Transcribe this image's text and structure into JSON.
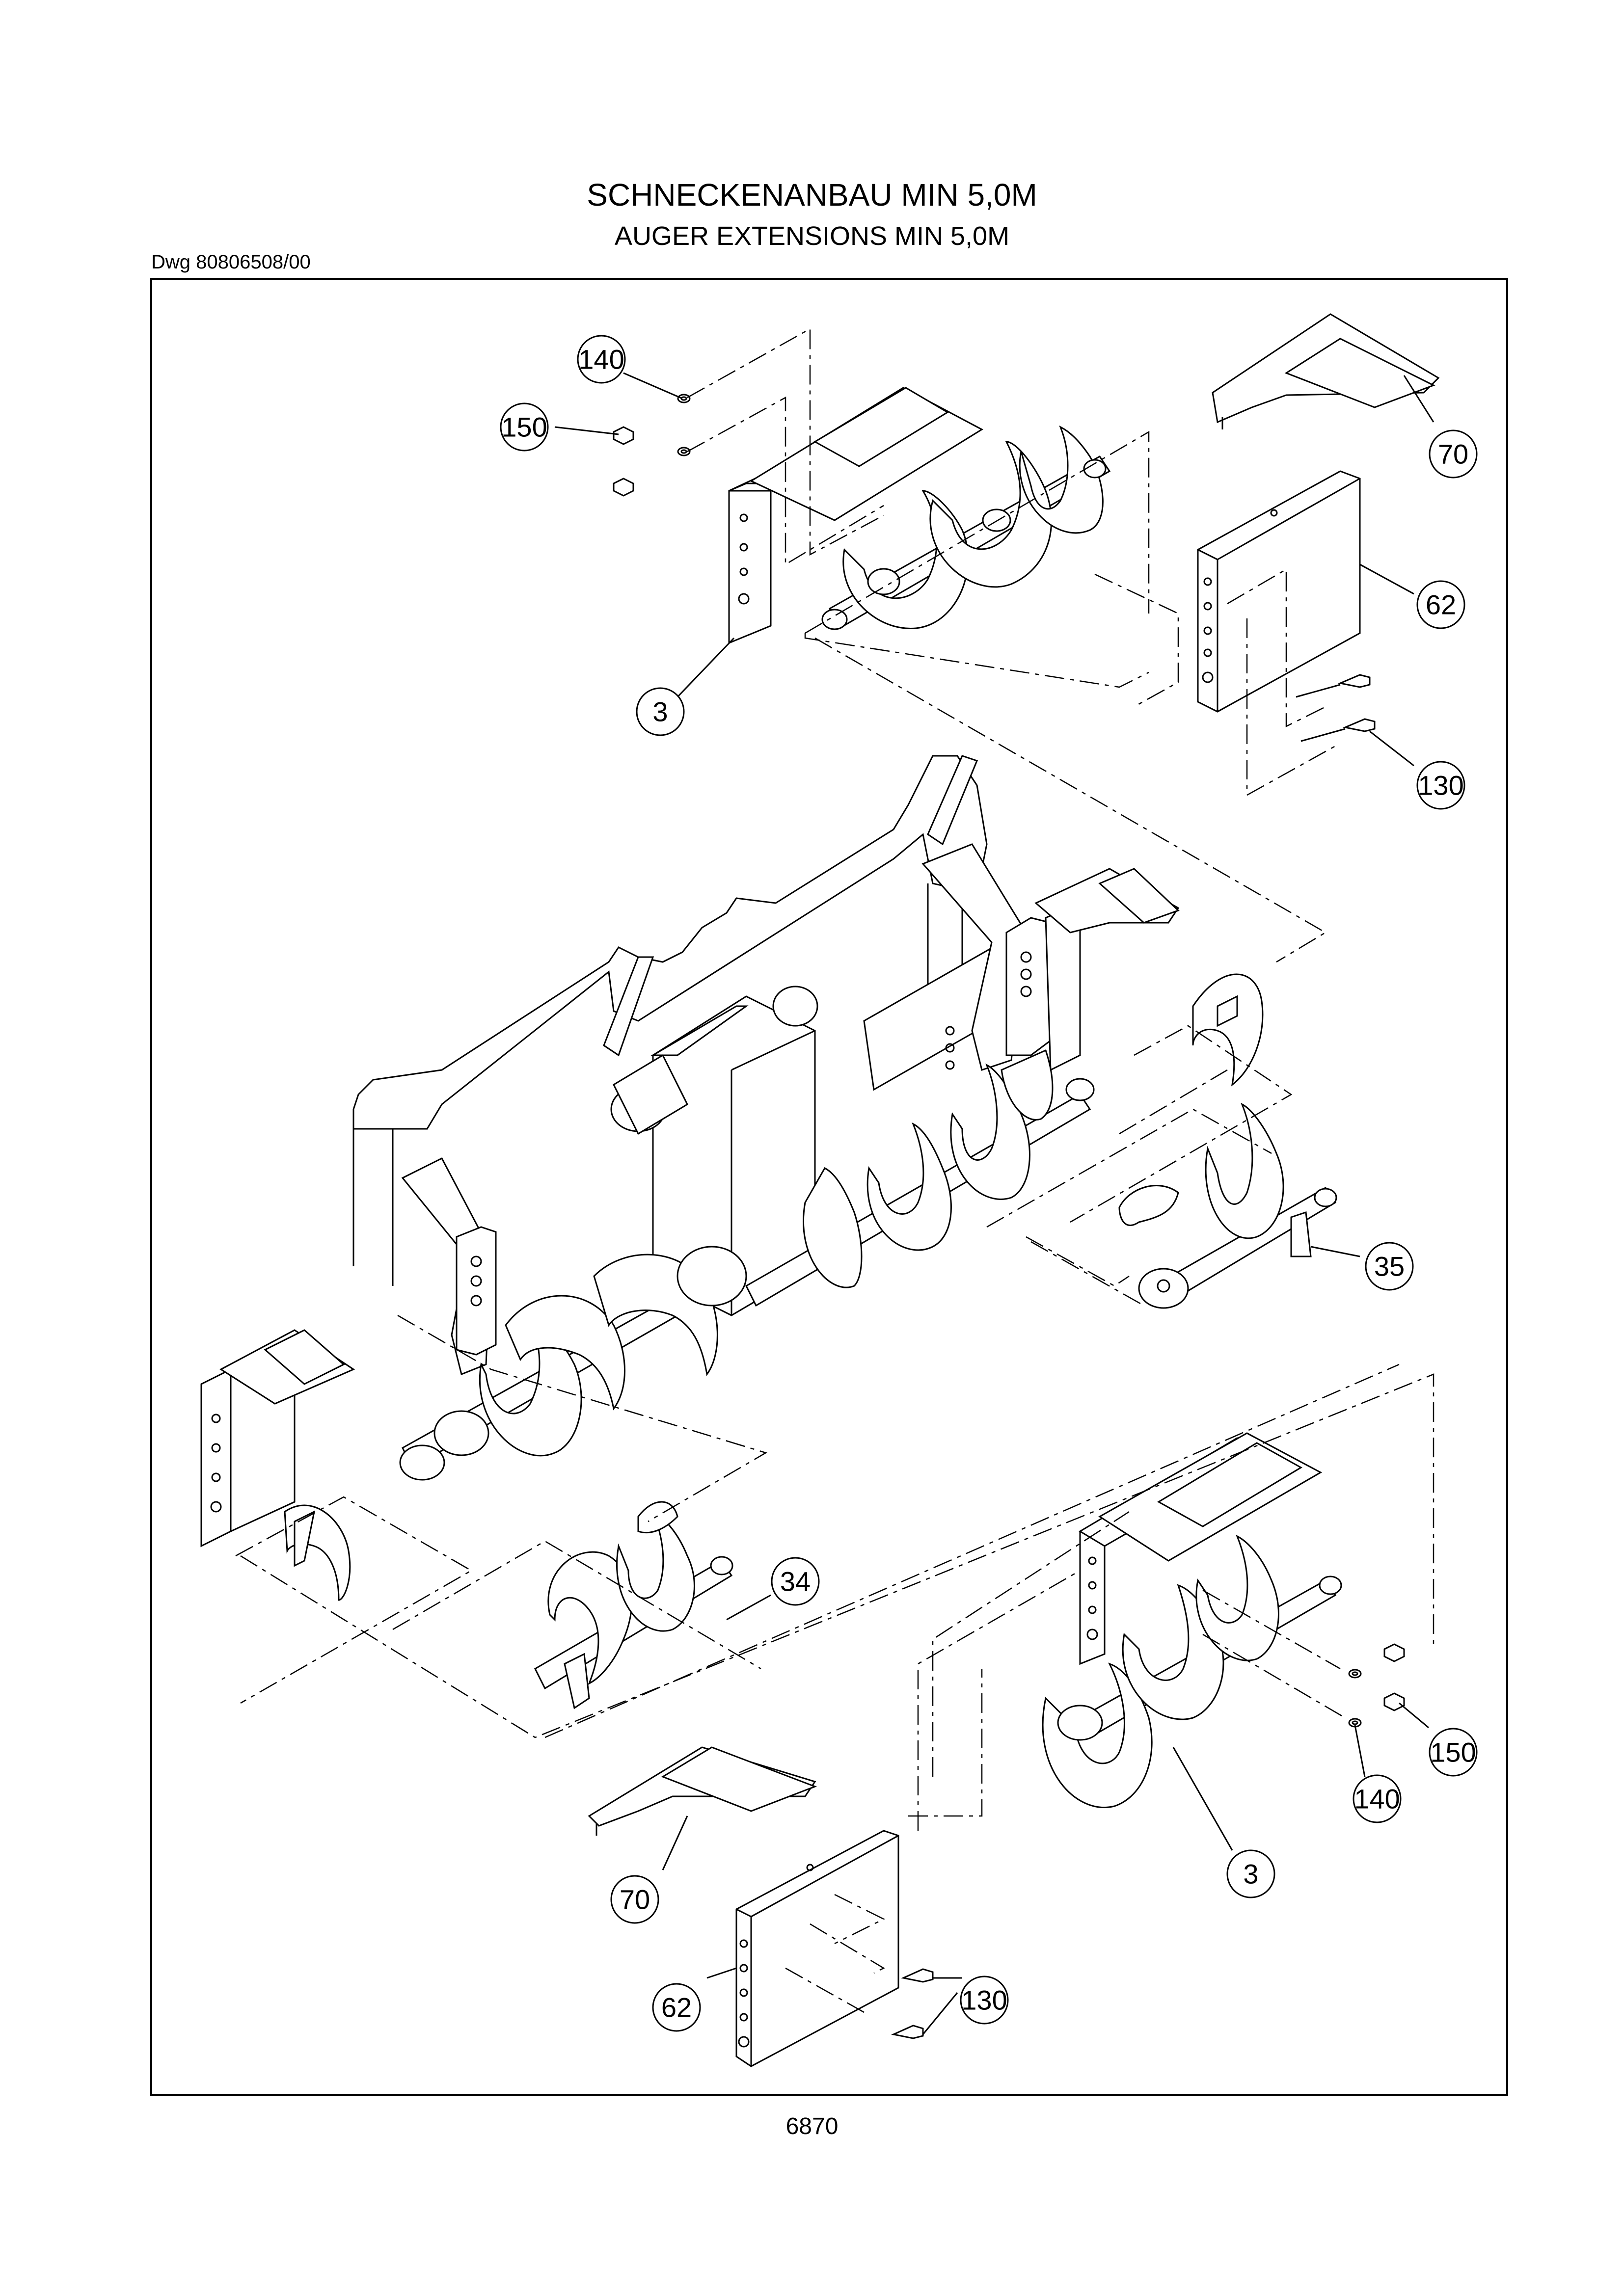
{
  "title_de": "SCHNECKENANBAU MIN 5,0M",
  "title_en": "AUGER EXTENSIONS MIN 5,0M",
  "drawing_number": "Dwg 80806508/00",
  "page_number": "6870",
  "callouts": [
    {
      "id": "c140-top",
      "label": "140"
    },
    {
      "id": "c150-top",
      "label": "150"
    },
    {
      "id": "c70-top",
      "label": "70"
    },
    {
      "id": "c62-top",
      "label": "62"
    },
    {
      "id": "c3-top",
      "label": "3"
    },
    {
      "id": "c130-top",
      "label": "130"
    },
    {
      "id": "c35",
      "label": "35"
    },
    {
      "id": "c34",
      "label": "34"
    },
    {
      "id": "c150-bot",
      "label": "150"
    },
    {
      "id": "c140-bot",
      "label": "140"
    },
    {
      "id": "c3-bot",
      "label": "3"
    },
    {
      "id": "c70-bot",
      "label": "70"
    },
    {
      "id": "c130-bot",
      "label": "130"
    },
    {
      "id": "c62-bot",
      "label": "62"
    }
  ]
}
